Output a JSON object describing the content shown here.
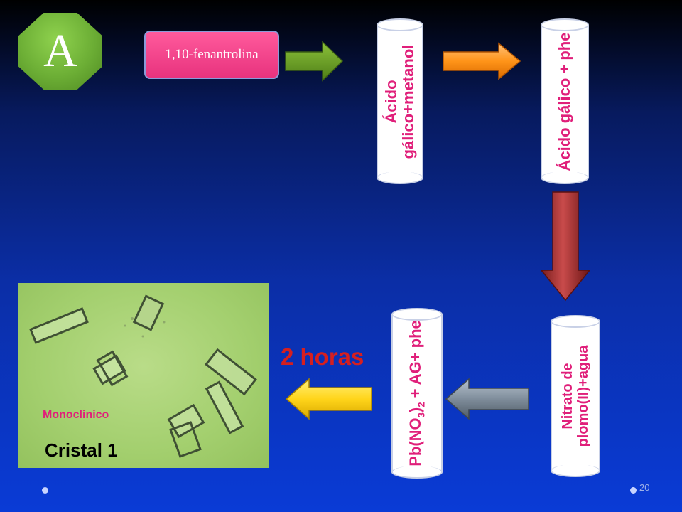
{
  "badge": {
    "letter": "A"
  },
  "reagent": {
    "label": "1,10-fenantrolina"
  },
  "tubes": [
    {
      "label": "Ácido gálico+metanol"
    },
    {
      "label": "Ácido gálico + phe"
    },
    {
      "label": "Nitrato de plomo(II)+agua"
    },
    {
      "label_main": "Pb(NO",
      "label_sub1": "3",
      "label_mid": ")",
      "label_sub2": "2",
      "label_end": " + AG+ phe"
    }
  ],
  "step_time": "2 horas",
  "photo": {
    "system_label": "Monoclinico",
    "caption": "Cristal 1"
  },
  "page_number": "20",
  "colors": {
    "accent_pink": "#e01f7a",
    "time_red": "#d61f1f",
    "badge_green": "#6cae35"
  }
}
